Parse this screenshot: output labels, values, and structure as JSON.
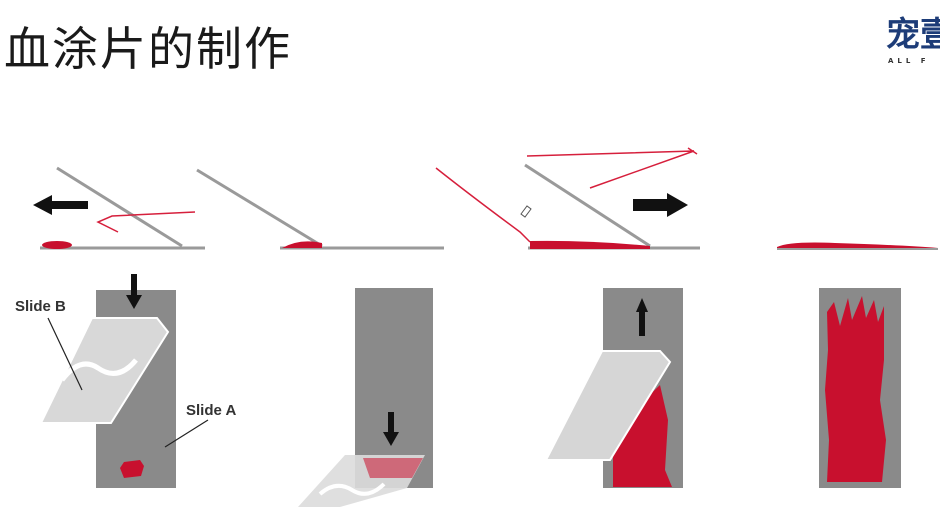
{
  "title": "血涂片的制作",
  "logo": {
    "text": "宠壹",
    "subtitle": "ALL F"
  },
  "labels": {
    "slide_b": "Slide B",
    "slide_a": "Slide A"
  },
  "colors": {
    "blood": "#c8102e",
    "slide": "#8a8a8a",
    "glass": "#d6d6d6",
    "pen_annotation": "#d61f3c"
  }
}
